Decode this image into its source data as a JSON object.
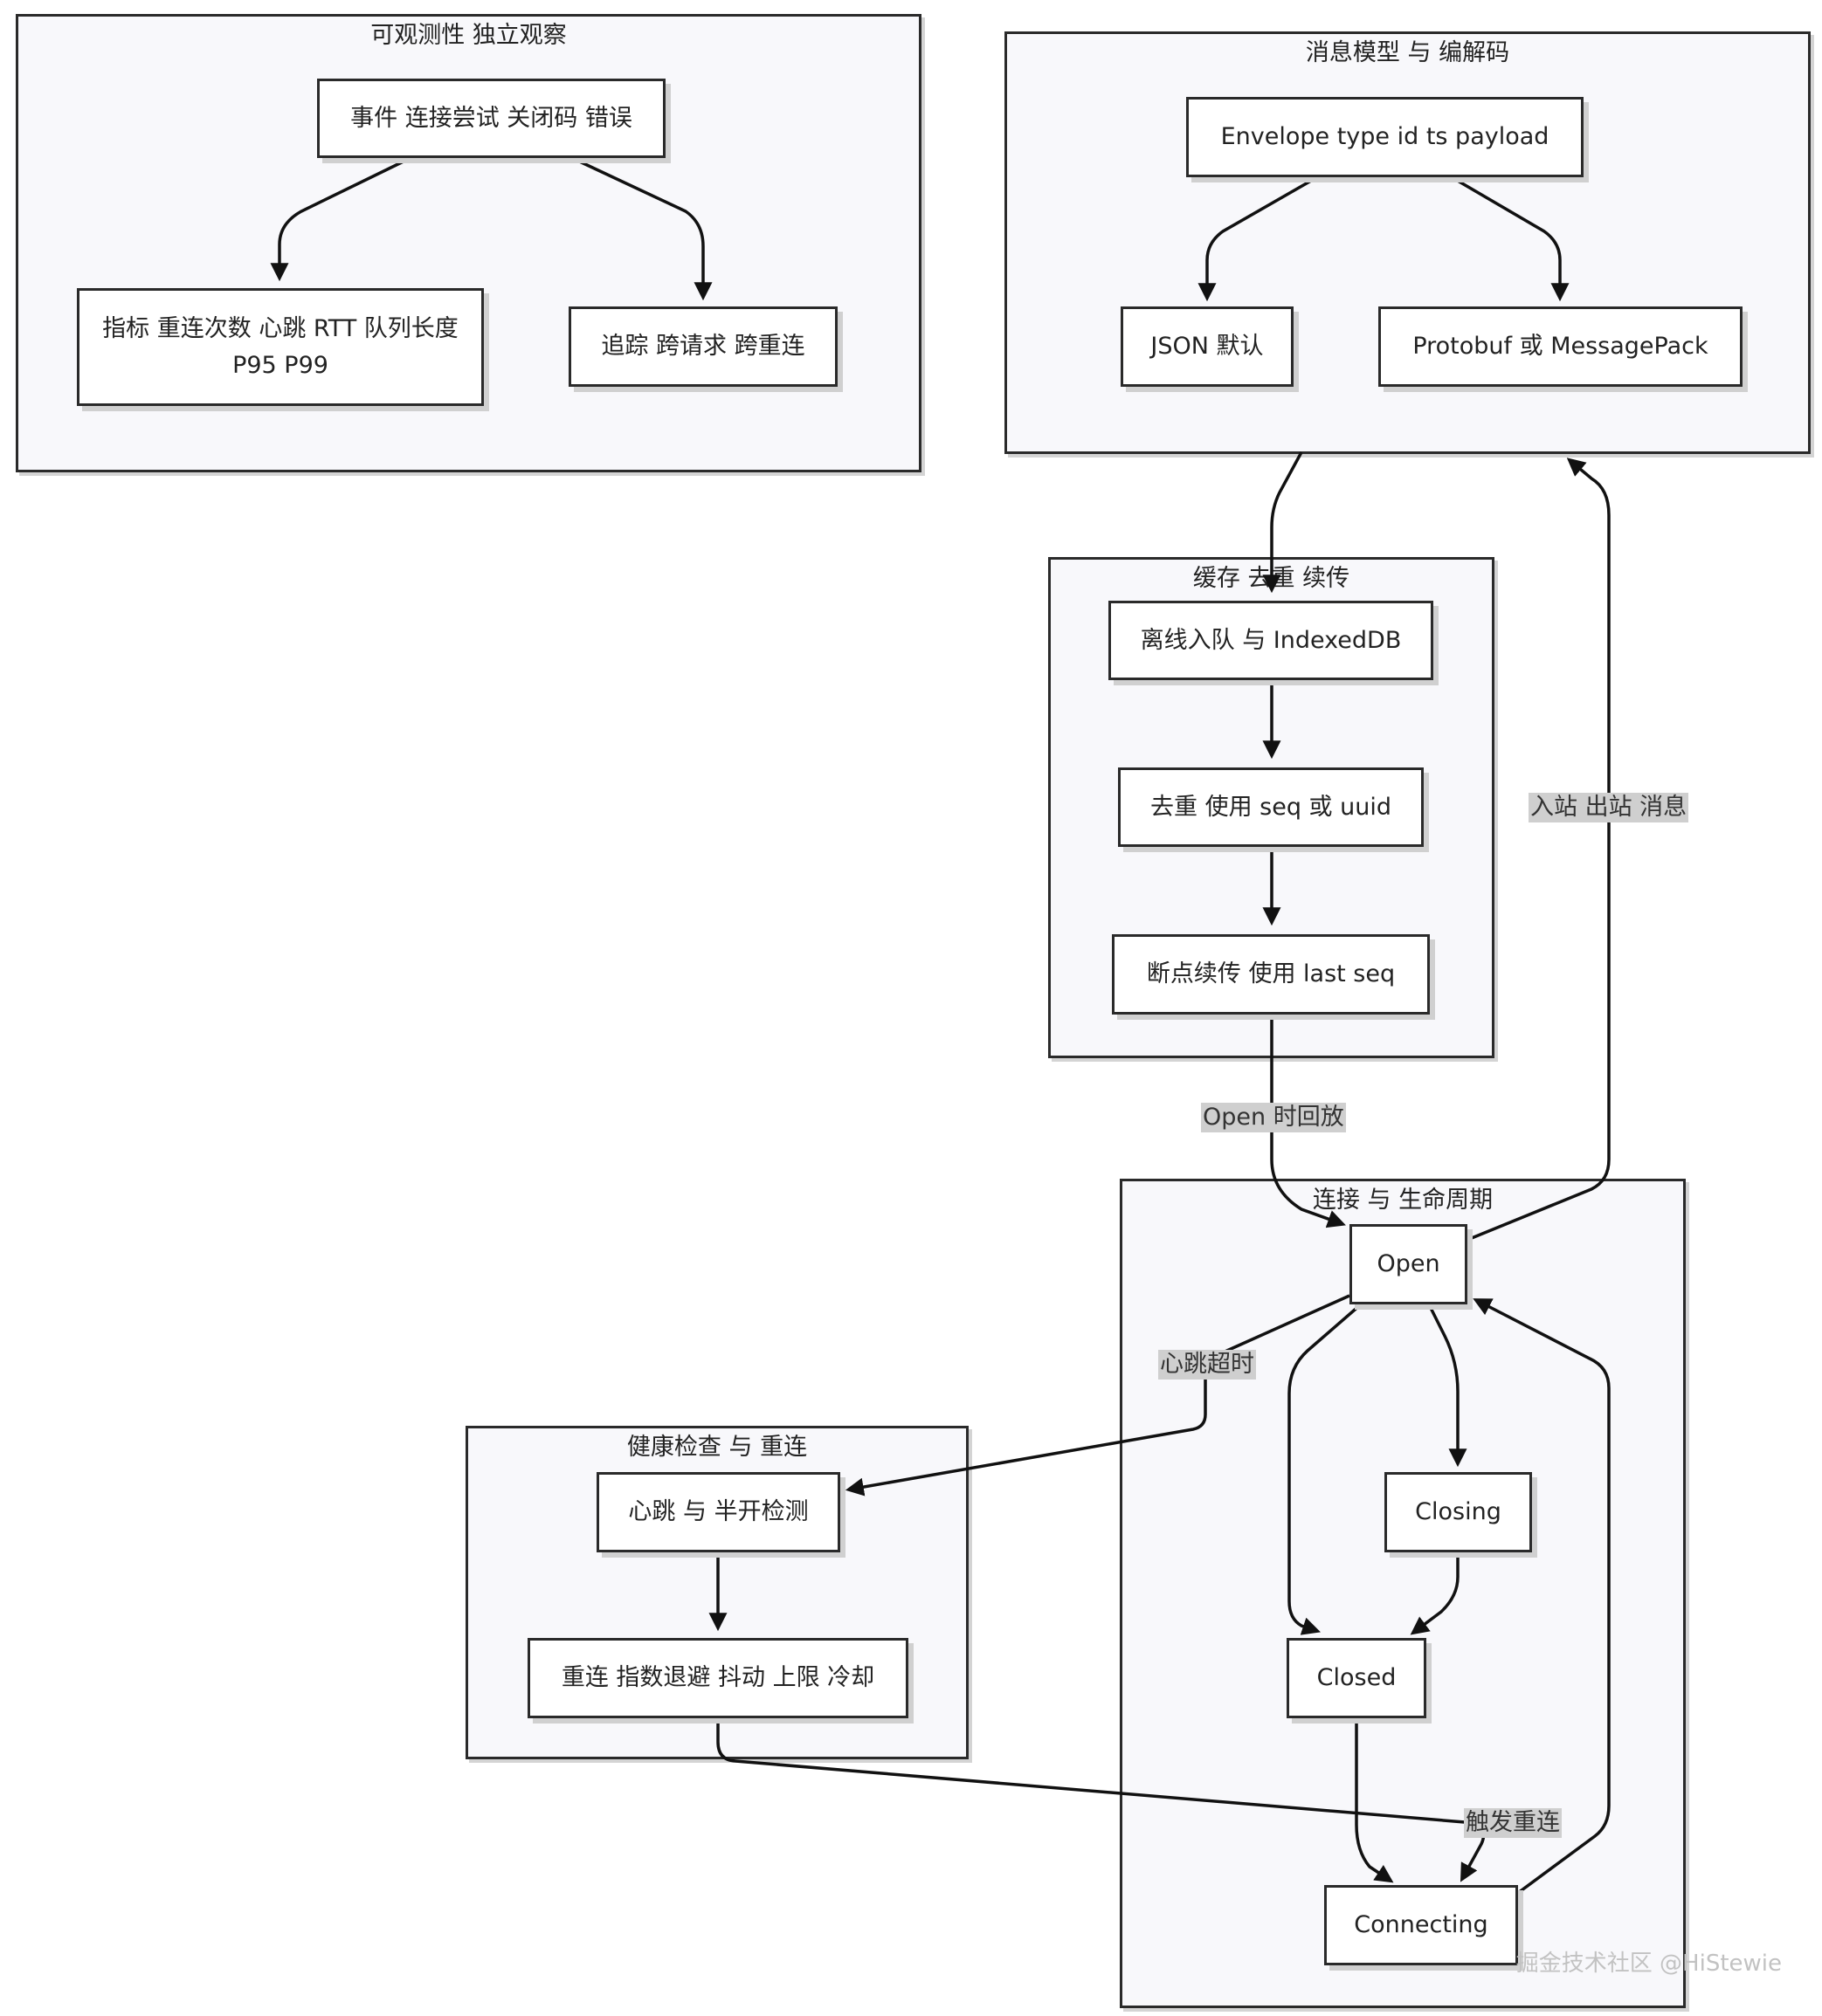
{
  "clusters": {
    "observability": {
      "title": "可观测性 独立观察"
    },
    "message_model": {
      "title": "消息模型 与 编解码"
    },
    "cache": {
      "title": "缓存 去重 续传"
    },
    "lifecycle": {
      "title": "连接 与 生命周期"
    },
    "health": {
      "title": "健康检查 与 重连"
    }
  },
  "nodes": {
    "events": "事件 连接尝试 关闭码 错误",
    "metrics": "指标 重连次数 心跳 RTT 队列长度 P95 P99",
    "tracing": "追踪 跨请求 跨重连",
    "envelope": "Envelope type id ts payload",
    "json": "JSON 默认",
    "protobuf": "Protobuf 或 MessagePack",
    "offline_queue": "离线入队 与 IndexedDB",
    "dedup": "去重 使用 seq 或 uuid",
    "resume": "断点续传 使用 last seq",
    "open": "Open",
    "closing": "Closing",
    "closed": "Closed",
    "connecting": "Connecting",
    "heartbeat": "心跳 与 半开检测",
    "reconnect": "重连 指数退避 抖动 上限 冷却"
  },
  "edge_labels": {
    "inbound_outbound": "入站 出站 消息",
    "replay_on_open": "Open 时回放",
    "heartbeat_timeout": "心跳超时",
    "trigger_reconnect": "触发重连"
  },
  "watermark": "掘金技术社区 @HiStewie",
  "colors": {
    "cluster_fill": "#f8f8fb",
    "border": "#2a2a2a",
    "label_bg": "#cfcfcf"
  }
}
